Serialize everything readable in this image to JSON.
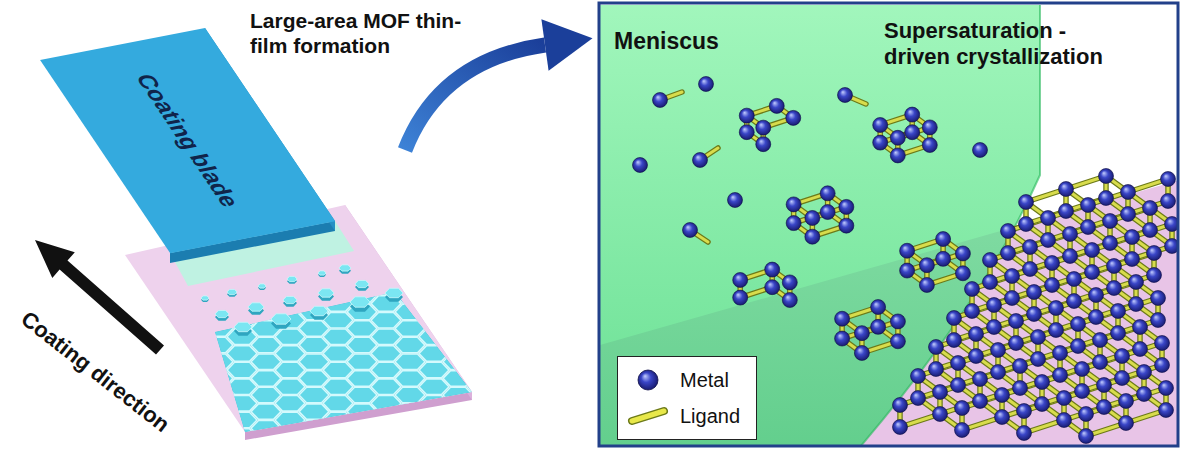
{
  "diagram": {
    "nodes": [
      {
        "text": [
          "Coating blade"
        ]
      }
    ],
    "labels": [
      "Large-area MOF thin-film formation",
      "Coating direction",
      "Meniscus",
      "Supersaturation - driven crystallization"
    ],
    "legend": [
      {
        "text": "Metal"
      },
      {
        "text": "Ligand"
      }
    ]
  }
}
